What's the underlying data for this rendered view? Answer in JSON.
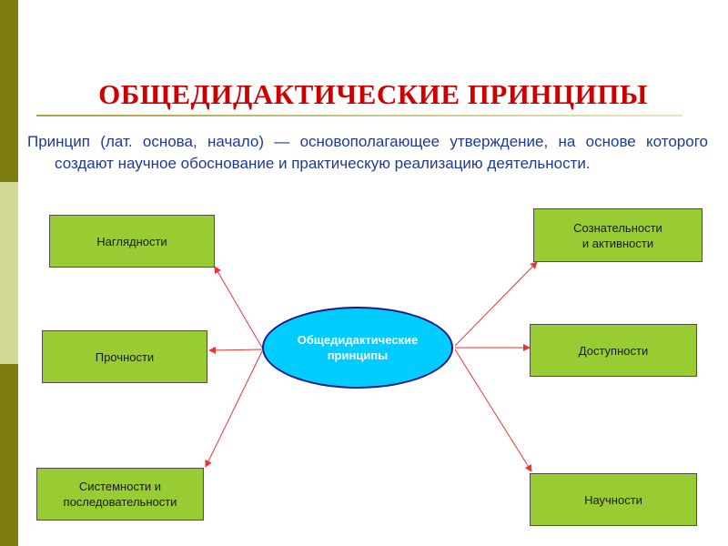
{
  "title": "ОБЩЕДИДАКТИЧЕСКИЕ ПРИНЦИПЫ",
  "definition": "Принцип (лат. основа, начало) — основополагающее утверждение, на основе которого создают научное обоснование и практическую реализацию деятельности.",
  "diagram": {
    "center": {
      "line1": "Общедидактические",
      "line2": "принципы"
    },
    "left": [
      {
        "line1": "Наглядности",
        "line2": ""
      },
      {
        "line1": "Прочности",
        "line2": ""
      },
      {
        "line1": "Системности и",
        "line2": "последовательности"
      }
    ],
    "right": [
      {
        "line1": "Сознательности",
        "line2": "и активности"
      },
      {
        "line1": "Доступности",
        "line2": ""
      },
      {
        "line1": "Научности",
        "line2": ""
      }
    ]
  },
  "colors": {
    "title": "#cc0000",
    "definition_text": "#1f3a93",
    "box_fill": "#99cc33",
    "ellipse_fill": "#00ccff",
    "arrow": "#ee3333"
  }
}
